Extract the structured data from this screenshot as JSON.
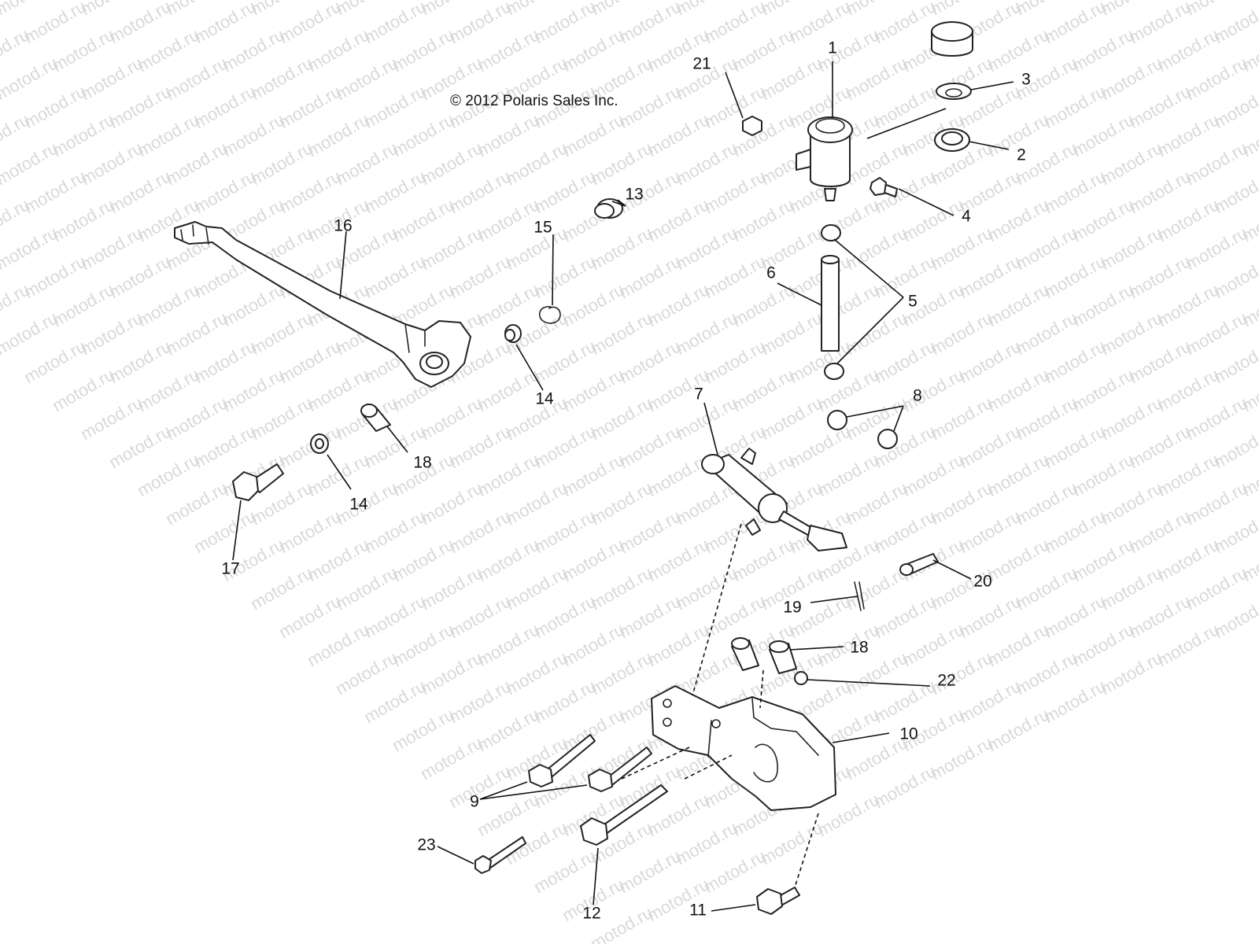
{
  "copyright": "© 2012 Polaris Sales Inc.",
  "watermark": "motod.ru",
  "callouts": {
    "c1": "1",
    "c2": "2",
    "c3": "3",
    "c4": "4",
    "c5": "5",
    "c6": "6",
    "c7": "7",
    "c8": "8",
    "c9": "9",
    "c10": "10",
    "c11": "11",
    "c12": "12",
    "c13": "13",
    "c14a": "14",
    "c14b": "14",
    "c15": "15",
    "c16": "16",
    "c17": "17",
    "c18a": "18",
    "c18b": "18",
    "c19": "19",
    "c20": "20",
    "c21": "21",
    "c22": "22",
    "c23": "23"
  }
}
